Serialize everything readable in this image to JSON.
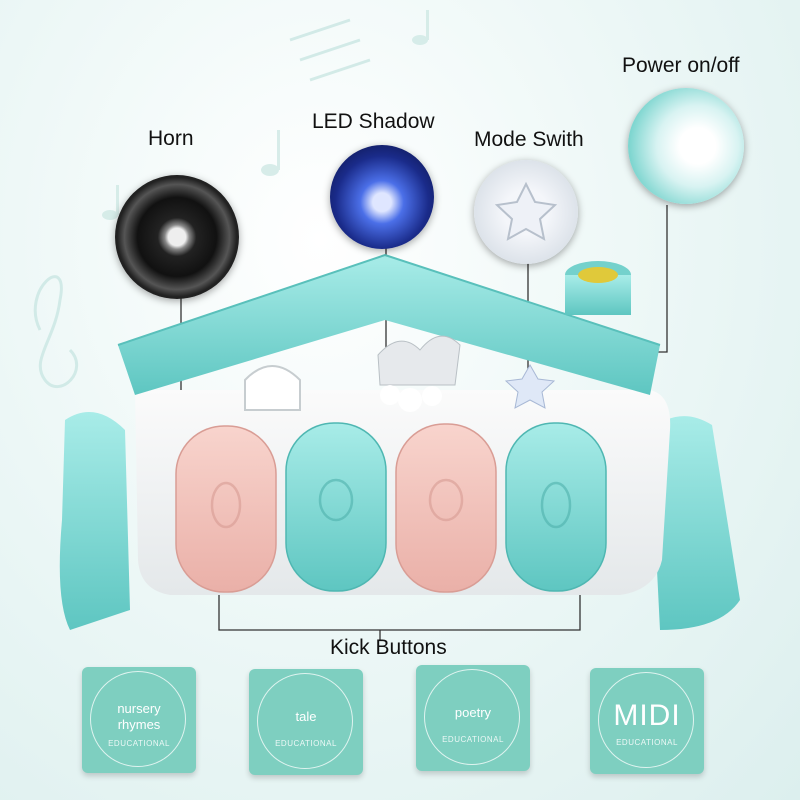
{
  "labels": {
    "power": "Power on/off",
    "horn": "Horn",
    "led": "LED Shadow",
    "mode": "Mode Swith",
    "kick": "Kick Buttons"
  },
  "tiles": [
    {
      "main": "nursery rhymes",
      "sub": "EDUCATIONAL"
    },
    {
      "main": "tale",
      "sub": "EDUCATIONAL"
    },
    {
      "main": "poetry",
      "sub": "EDUCATIONAL"
    },
    {
      "main": "MIDI",
      "sub": "EDUCATIONAL"
    }
  ],
  "colors": {
    "teal": "#7fd6d0",
    "pink": "#f2c2bc",
    "tile": "#7ecfc0",
    "roof": "#8fdbd8"
  }
}
